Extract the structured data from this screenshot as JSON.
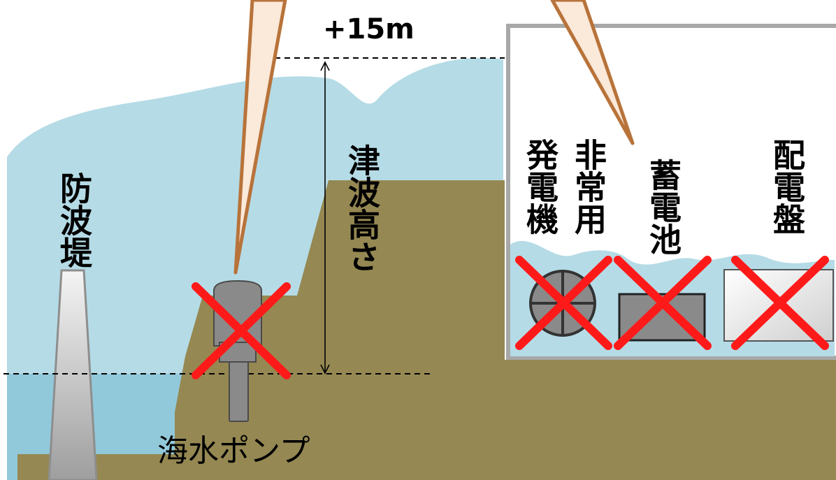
{
  "labels": {
    "height": "+15m",
    "breakwater": "防波堤",
    "tsunami_height": "津波高さ",
    "emergency_generator_col1": "発電機",
    "emergency_generator_col2": "非常用",
    "battery": "蓄電池",
    "switchboard": "配電盤",
    "seawater_pump": "海水ポンプ"
  },
  "colors": {
    "wave": "#b5dbe6",
    "sea": "#92c9da",
    "ground": "#958852",
    "equipment": "#8a8a8a",
    "cross": "#ff1a1a",
    "pipe": "#b8733a",
    "pipe_fill": "#fbe9da",
    "building": "#a8a8a8"
  },
  "status": {
    "seawater_pump": "failed",
    "emergency_generator": "failed",
    "battery": "failed",
    "switchboard": "failed"
  }
}
